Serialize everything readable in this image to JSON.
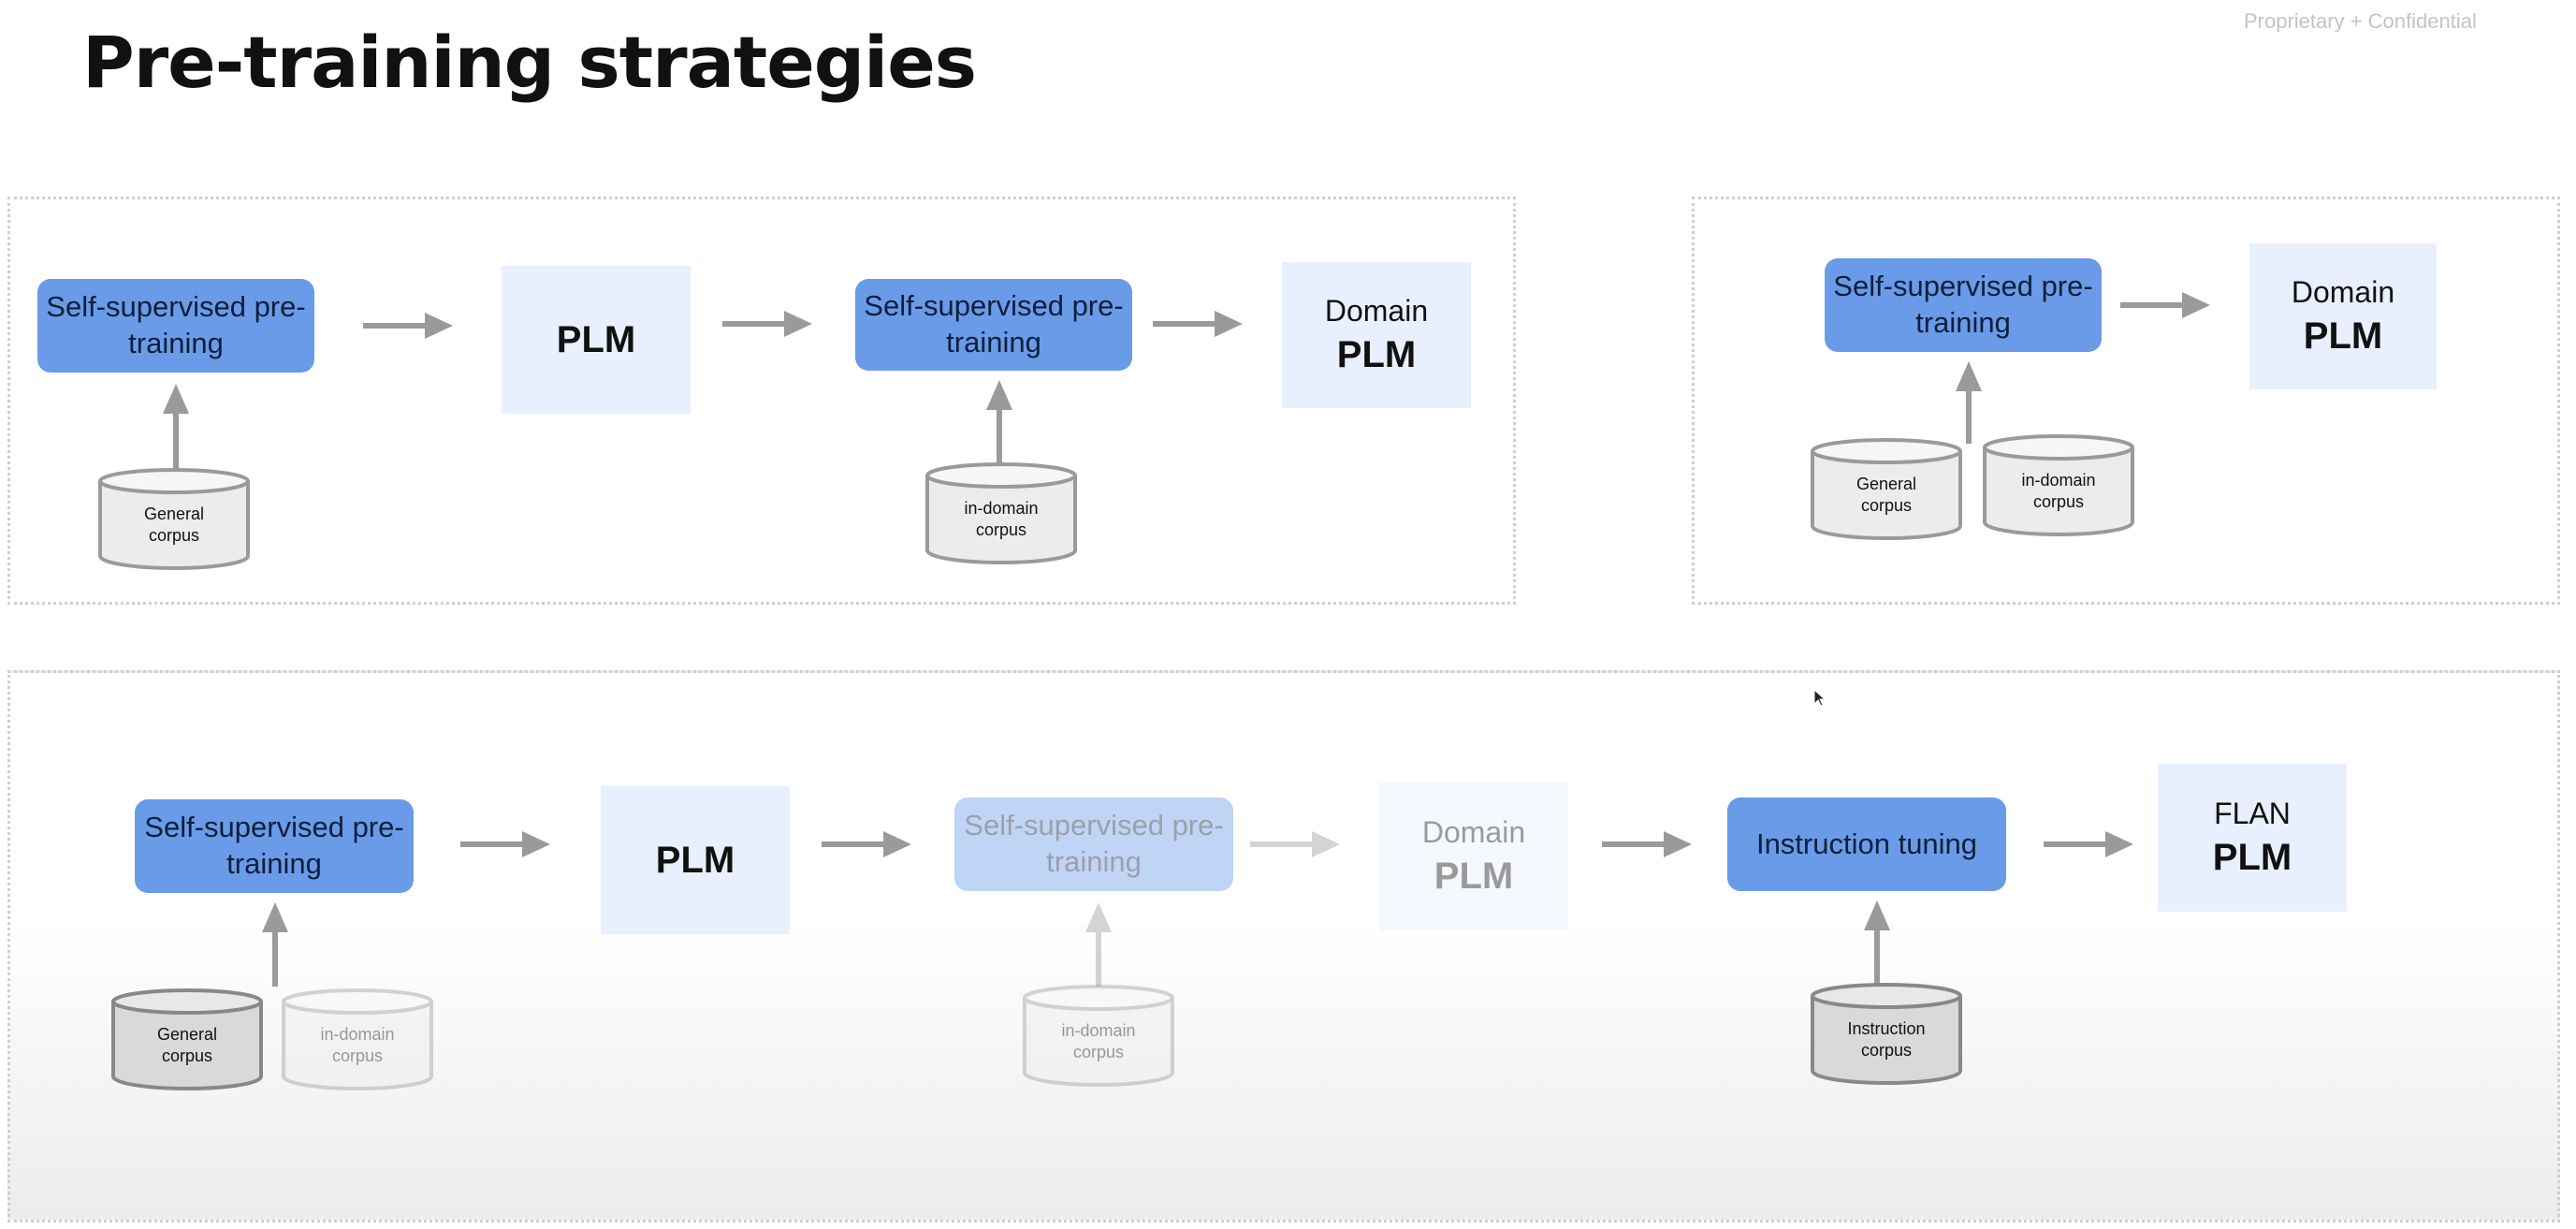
{
  "slide": {
    "title": "Pre-training strategies",
    "confidential": "Proprietary + Confidential"
  },
  "diagram_1": {
    "step_1": "Self-supervised pre-training",
    "model_1": "PLM",
    "step_2": "Self-supervised pre-training",
    "model_2_sub": "Domain",
    "model_2_main": "PLM",
    "corpus_1": [
      "General",
      "corpus"
    ],
    "corpus_2": [
      "in-domain",
      "corpus"
    ]
  },
  "diagram_2": {
    "step_1": "Self-supervised pre-training",
    "model_sub": "Domain",
    "model_main": "PLM",
    "corpus_1": [
      "General",
      "corpus"
    ],
    "corpus_2": [
      "in-domain",
      "corpus"
    ]
  },
  "diagram_3": {
    "step_1": "Self-supervised pre-training",
    "model_1": "PLM",
    "step_2": "Self-supervised pre-training",
    "model_2_sub": "Domain",
    "model_2_main": "PLM",
    "step_3": "Instruction tuning",
    "model_3_sub": "FLAN",
    "model_3_main": "PLM",
    "corpus_1": [
      "General",
      "corpus"
    ],
    "corpus_2": [
      "in-domain",
      "corpus"
    ],
    "corpus_3": [
      "in-domain",
      "corpus"
    ],
    "corpus_4": [
      "Instruction",
      "corpus"
    ]
  },
  "colors": {
    "step_fill": "#6a9be8",
    "model_fill": "#e8f0fd",
    "arrow": "#9a9a9a",
    "cylinder_fill": "#ececec",
    "cylinder_stroke": "#9a9a9a"
  }
}
